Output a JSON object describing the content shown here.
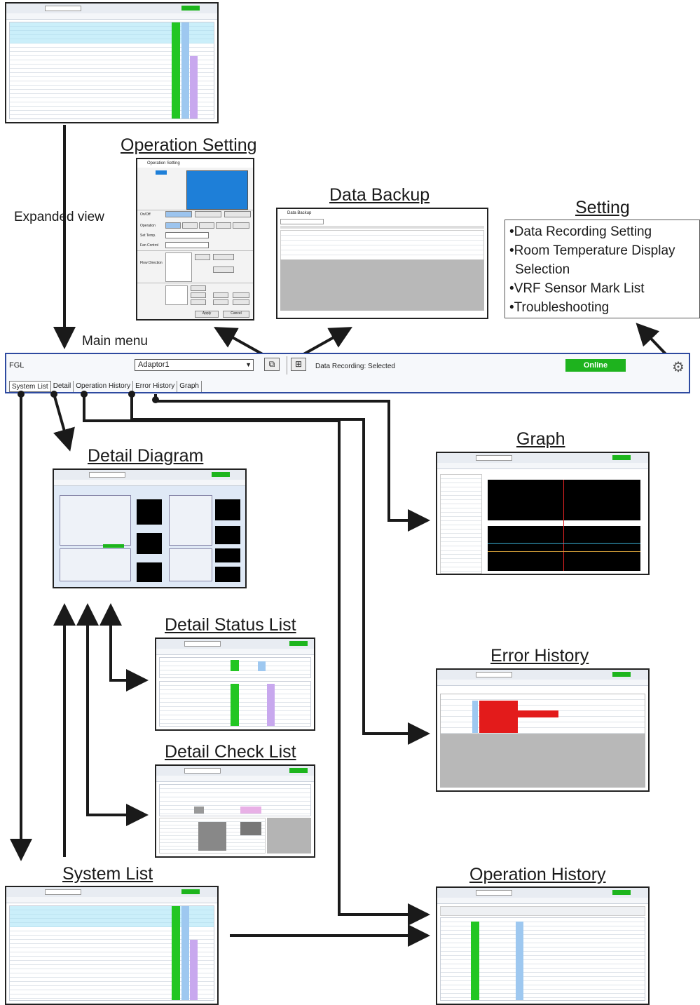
{
  "labels": {
    "expanded_view": "Expanded view",
    "main_menu": "Main menu"
  },
  "titles": {
    "operation_setting": "Operation Setting",
    "data_backup": "Data Backup",
    "setting": "Setting",
    "detail_diagram": "Detail Diagram",
    "graph": "Graph",
    "detail_status_list": "Detail Status List",
    "error_history": "Error History",
    "detail_check_list": "Detail Check List",
    "system_list": "System List",
    "operation_history": "Operation History"
  },
  "setting_items": [
    "•Data Recording Setting",
    "•Room Temperature Display",
    "Selection",
    "•VRF Sensor Mark List",
    "•Troubleshooting"
  ],
  "main_menu": {
    "app_title": "FGL",
    "adaptor_value": "Adaptor1",
    "data_recording": "Data Recording: Selected",
    "online_label": "Online",
    "tabs": [
      "System List",
      "Detail",
      "Operation History",
      "Error History",
      "Graph"
    ]
  },
  "operation_setting_dialog": {
    "on_off": "On/Off",
    "operation": "Operation",
    "set_temp": "Set Temp.",
    "fan_control": "Fan Control",
    "flow_direction": "Flow Direction",
    "ok": "Apply",
    "cancel": "Cancel"
  },
  "colors": {
    "frame": "#2e4aa0",
    "online_green": "#1eb31e",
    "arrow": "#1a1a1a"
  }
}
